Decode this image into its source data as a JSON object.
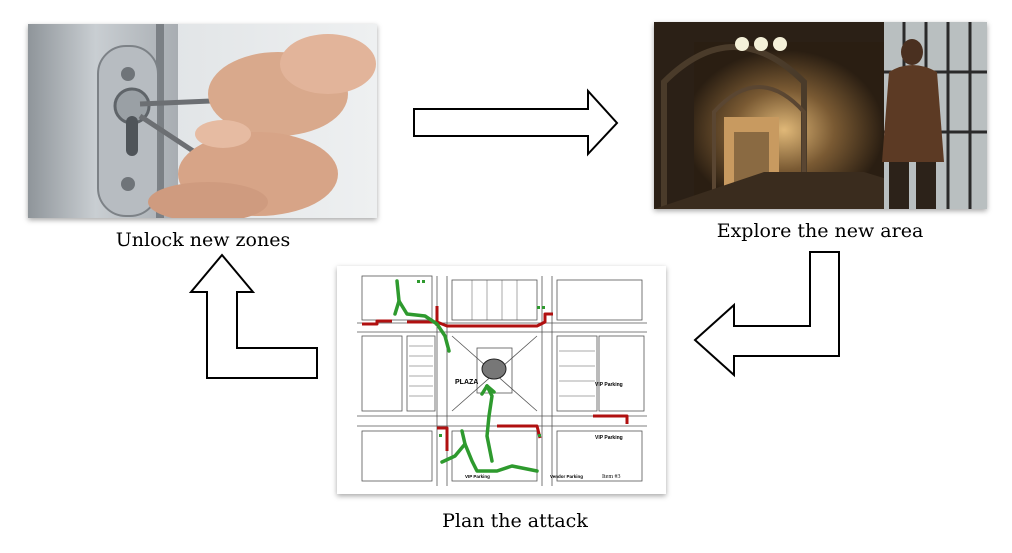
{
  "steps": [
    {
      "caption": "Unlock new zones",
      "image": "lock-picking-photo"
    },
    {
      "caption": "Explore the new area",
      "image": "game-corridor-screenshot"
    },
    {
      "caption": "Plan the attack",
      "image": "map-with-routes"
    }
  ],
  "map": {
    "plaza_label": "PLAZA",
    "vip_parking_label": "VIP Parking",
    "vip_parking_label_2": "VIP Parking",
    "vip_parking_bottom_label": "VIP Parking",
    "vendor_parking_label": "Vendor Parking",
    "item_label": "Item #3"
  },
  "colors": {
    "route_red": "#b01010",
    "route_green": "#2e9a2e",
    "arrow_stroke": "#000000"
  }
}
